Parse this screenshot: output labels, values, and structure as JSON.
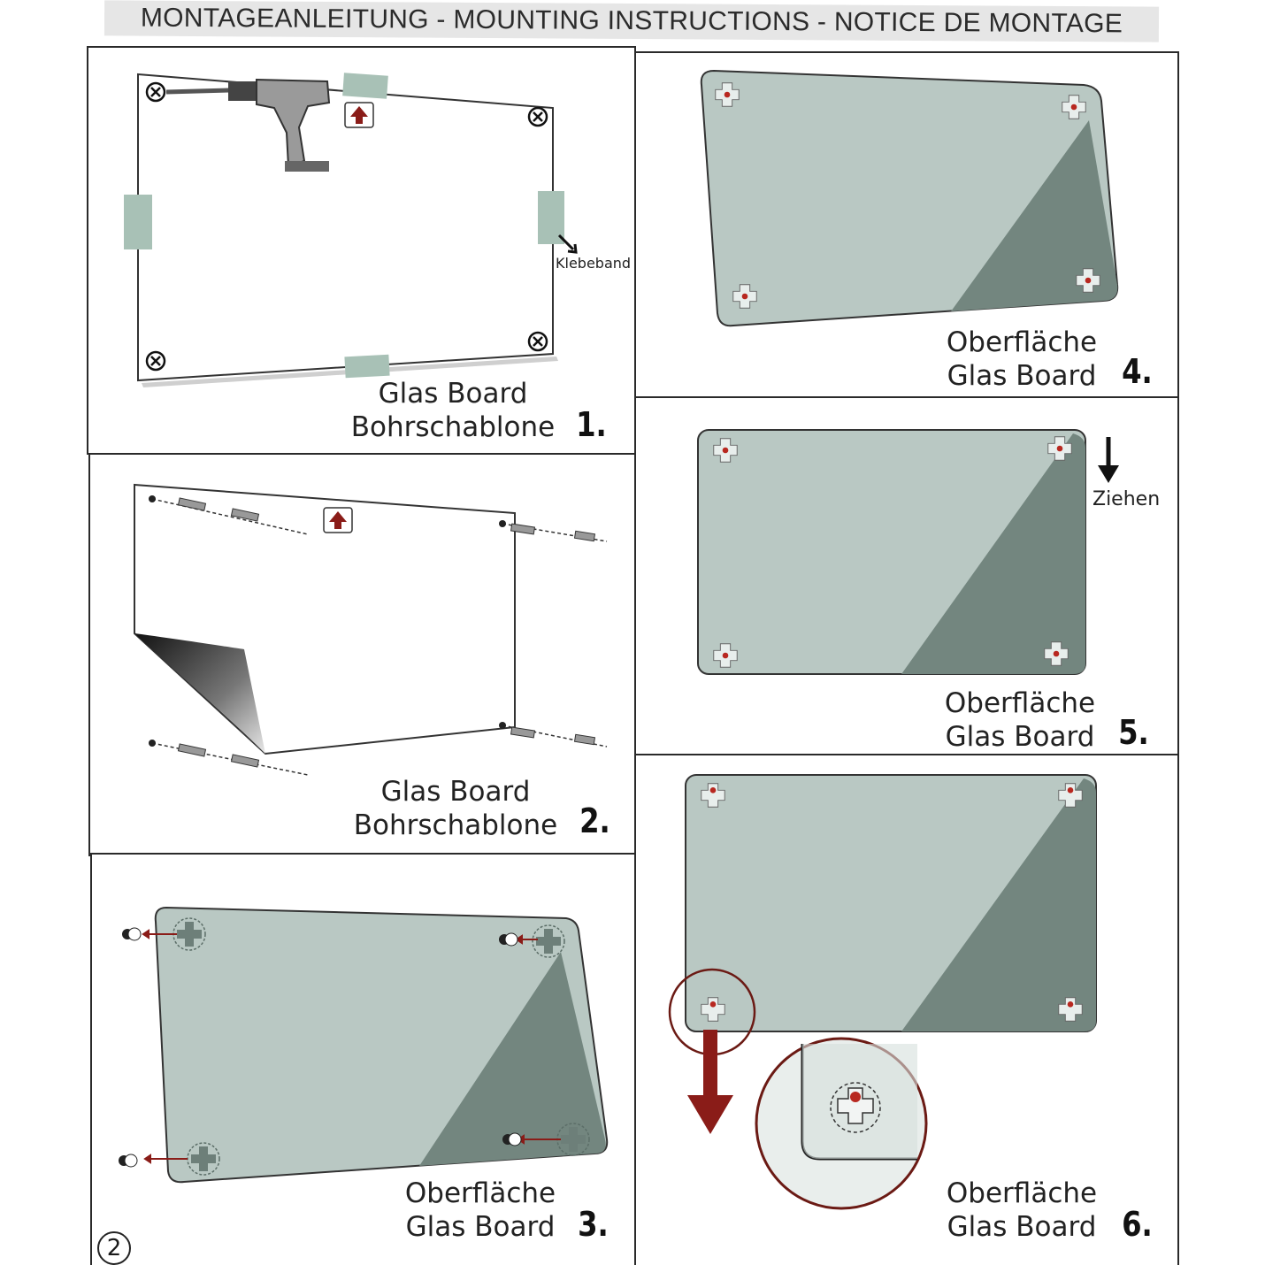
{
  "header": {
    "title": "MONTAGEANLEITUNG - MOUNTING INSTRUCTIONS - NOTICE DE MONTAGE"
  },
  "colors": {
    "glass_light": "#b9c8c3",
    "glass_dark": "#73867f",
    "tape": "#a8c1b6",
    "arrow_red": "#8a1c18"
  },
  "steps": [
    {
      "line1": "Glas Board",
      "line2": "Bohrschablone",
      "number": "1.",
      "note": "Klebeband"
    },
    {
      "line1": "Glas Board",
      "line2": "Bohrschablone",
      "number": "2."
    },
    {
      "line1": "Oberfläche",
      "line2": "Glas Board",
      "number": "3."
    },
    {
      "line1": "Oberfläche",
      "line2": "Glas Board",
      "number": "4."
    },
    {
      "line1": "Oberfläche",
      "line2": "Glas Board",
      "number": "5.",
      "note": "Ziehen"
    },
    {
      "line1": "Oberfläche",
      "line2": "Glas Board",
      "number": "6."
    }
  ],
  "page": {
    "number": "2"
  }
}
